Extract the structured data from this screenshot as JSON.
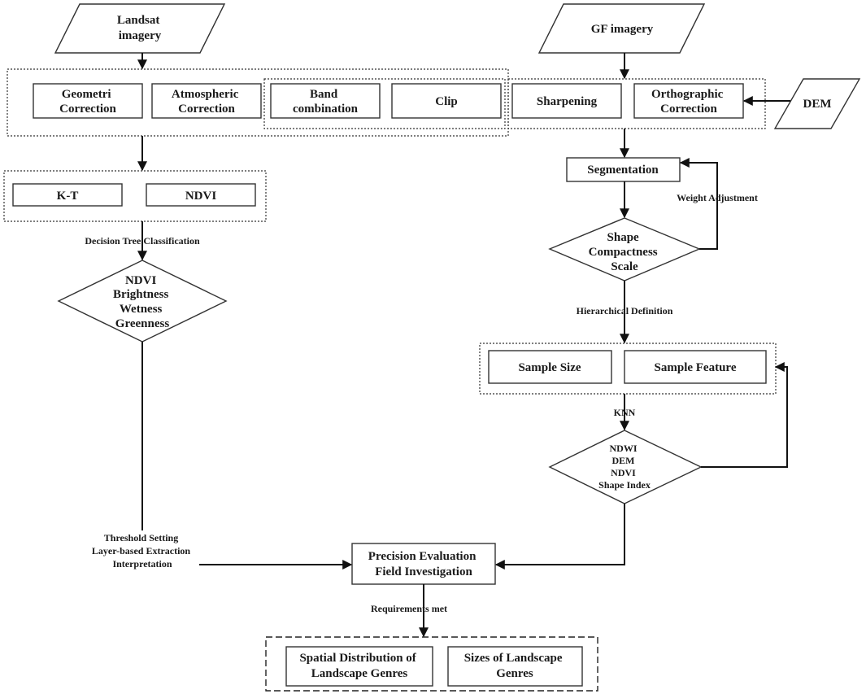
{
  "inputs": {
    "landsat": [
      "Landsat",
      "imagery"
    ],
    "gf": [
      "GF imagery"
    ],
    "dem": [
      "DEM"
    ]
  },
  "preprocessing": {
    "geometric": [
      "Geometri",
      "Correction"
    ],
    "atmospheric": [
      "Atmospheric",
      "Correction"
    ],
    "band": [
      "Band",
      "combination"
    ],
    "clip": [
      "Clip"
    ],
    "sharpening": [
      "Sharpening"
    ],
    "orthographic": [
      "Orthographic",
      "Correction"
    ]
  },
  "landsat_branch": {
    "kt": "K-T",
    "ndvi": "NDVI",
    "decision_tree": "Decision Tree Classification",
    "indices": [
      "NDVI",
      "Brightness",
      "Wetness",
      "Greenness"
    ],
    "threshold_notes": [
      "Threshold Setting",
      "Layer-based Extraction",
      "Interpretation"
    ]
  },
  "gf_branch": {
    "segmentation": "Segmentation",
    "weight_adjustment": "Weight Adjustment",
    "shape_params": [
      "Shape",
      "Compactness",
      "Scale"
    ],
    "hierarchical": "Hierarchical Definition",
    "sample_size": "Sample Size",
    "sample_feature": "Sample Feature",
    "knn": "KNN",
    "features": [
      "NDWI",
      "DEM",
      "NDVI",
      "Shape Index"
    ]
  },
  "evaluation": {
    "precision": [
      "Precision Evaluation",
      "Field Investigation"
    ],
    "requirements": "Requirements met"
  },
  "outputs": {
    "spatial": [
      "Spatial Distribution of",
      "Landscape Genres"
    ],
    "sizes": [
      "Sizes of Landscape",
      "Genres"
    ]
  }
}
